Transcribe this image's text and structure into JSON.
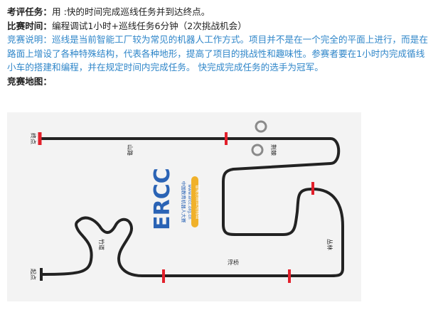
{
  "doc": {
    "task_label": "考评任务：",
    "task_text": "用  :快的时间完成巡线任务并到达终点。",
    "time_label": "比赛时间：",
    "time_text": "编程调试1小时+巡线任务6分钟（2次挑战机会）",
    "desc_label": "竞赛说明：",
    "desc_text": "巡线是当前智能工厂较为常见的机器人工作方式。项目并不是在一个完全的平面上进行，而是在路面上增设了各种特殊结构，代表各种地形，提高了项目的挑战性和趣味性。参赛者要在1小时内完成循线小车的搭建和编程，并在规定时间内完成任务。   快完成完成任务的选手为冠军。",
    "map_label": "竞赛地图："
  },
  "map": {
    "labels": {
      "end": "终点",
      "start": "起点",
      "mountain": "山路",
      "thorn": "荆棘",
      "bamboo": "竹道",
      "bridge": "浮桥",
      "forest": "丛林"
    },
    "logo": {
      "brand": "ERCC",
      "org_cn": "中国教育机器人大赛",
      "org_url": "www.ercc.org.cn",
      "badge": "智能创新应用挑战"
    },
    "colors": {
      "track": "#222222",
      "checkpoint": "#e2202b",
      "logo_blue": "#2a63b5",
      "logo_yellow": "#f0b12a",
      "ring": "#8a8a8a"
    }
  }
}
